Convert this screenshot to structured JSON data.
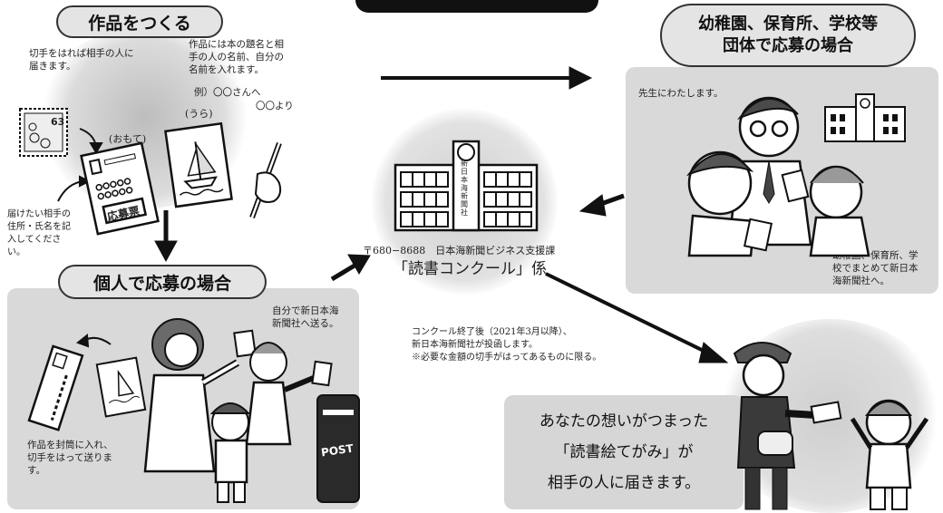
{
  "title_make": "作品をつくる",
  "stamp_note": "切手をはれば相手の人に\n届きます。",
  "work_note": "作品には本の題名と相\n手の人の名前、自分の\n名前を入れます。",
  "example_line1": "例）〇〇さんへ",
  "example_line2": "〇〇より",
  "stamp_value": "63",
  "label_front": "(おもて)",
  "label_back": "(うら)",
  "postcard_stamp_text": "応募票",
  "address_note": "届けたい相手の\n住所・氏名を記\n入してくださ\nい。",
  "title_individual": "個人で応募の場合",
  "individual_send_note": "自分で新日本海\n新聞社へ送る。",
  "envelope_note": "作品を封筒に入れ、\n切手をはって送りま\nす。",
  "mailbox_label": "POST",
  "title_group_line1": "幼稚園、保育所、学校等",
  "title_group_line2": "団体で応募の場合",
  "teacher_note": "先生にわたします。",
  "group_note": "幼稚園、保育所、学\n校でまとめて新日本\n海新聞社へ。",
  "building_sign": "新日本海新聞社",
  "address_line": "〒680−8688　日本海新聞ビジネス支援課",
  "contest_desk": "「読書コンクール」係",
  "after_note_line1": "コンクール終了後（2021年3月以降）、",
  "after_note_line2": "新日本海新聞社が投函します。",
  "after_note_line3": "※必要な金額の切手がはってあるものに限る。",
  "final_line1": "あなたの想いがつまった",
  "final_line2": "「読書絵てがみ」が",
  "final_line3": "相手の人に届きます。"
}
